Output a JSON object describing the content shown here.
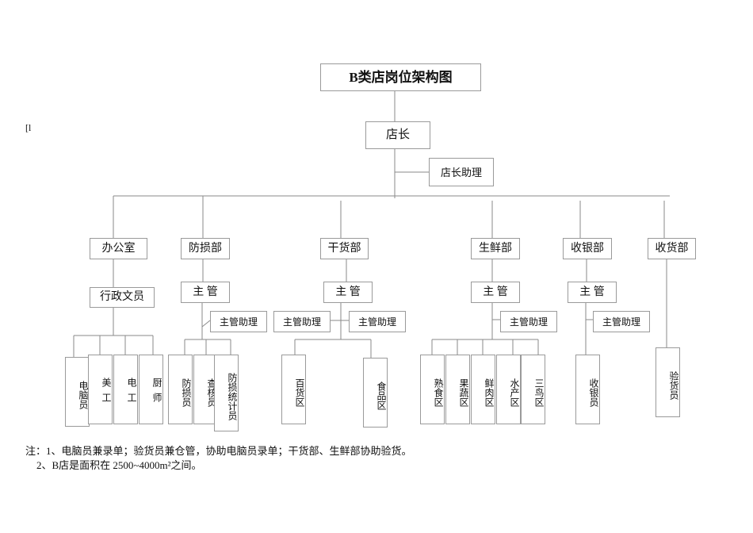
{
  "title": "B类店岗位架构图",
  "side_mark": "[l",
  "store_manager": "店长",
  "store_assistant": "店长助理",
  "departments": {
    "office": "办公室",
    "loss_prevention": "防损部",
    "dry_goods": "干货部",
    "fresh": "生鲜部",
    "cashier": "收银部",
    "receiving": "收货部"
  },
  "supervisor": "主 管",
  "supervisor_assistant": "主管助理",
  "admin_clerk": "行政文员",
  "office_staff": [
    "电脑员",
    "美工",
    "电工",
    "厨师"
  ],
  "loss_staff": [
    "防损员",
    "查核员",
    "防损统计员"
  ],
  "dry_zones": [
    "百货区",
    "食品区"
  ],
  "fresh_zones": [
    "熟食区",
    "果蔬区",
    "鲜肉区",
    "水产区",
    "三鸟区"
  ],
  "cashier_staff": "收银员",
  "receiving_staff": "验货员",
  "notes": {
    "note1": "注：1、电脑员兼录单；验货员兼仓管，协助电脑员录单；干货部、生鲜部协助验货。",
    "note2": "2、B店是面积在 2500~4000m²之间。"
  }
}
